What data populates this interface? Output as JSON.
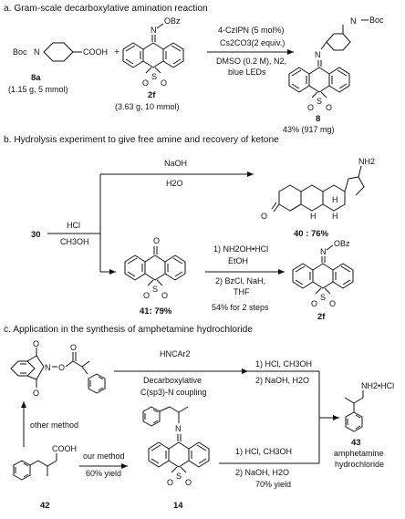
{
  "section_a": {
    "heading": "a. Gram-scale decarboxylative amination reaction",
    "reactant1": {
      "group": "Boc",
      "acid": "COOH",
      "id": "8a",
      "amount": "(1.15 g,  5 mmol)"
    },
    "plus": "+",
    "reactant2": {
      "oxime": "OBz",
      "id": "2f",
      "amount": "(3.63 g, 10 mmol)"
    },
    "conditions": [
      "4-CzIPN (5 mol%)",
      "Cs2CO3(2 equiv.)",
      "DMSO (0.2 M), N2,",
      "blue LEDs"
    ],
    "product": {
      "group": "Boc",
      "id": "8",
      "yield": "43%  (917 mg)"
    }
  },
  "section_b": {
    "heading": "b. Hydrolysis experiment to give free amine and recovery of ketone",
    "start_id": "30",
    "reagent_main": [
      "HCl",
      "CH3OH"
    ],
    "upper_reagents": [
      "NaOH",
      "H2O"
    ],
    "amine": {
      "nh2": "NH2",
      "id_yield": "40 : 76%"
    },
    "ketone": {
      "id_yield": "41: 79%"
    },
    "step_conditions": [
      "1) NH2OH•HCl",
      "EtOH",
      "2) BzCl, NaH,",
      "THF",
      "54% for 2 steps"
    ],
    "oxime_product": {
      "oxime": "OBz",
      "id": "2f"
    }
  },
  "section_c": {
    "heading": "c. Application in the synthesis of amphetamine hydrochloride",
    "top_arrow": [
      "HNCAr2",
      "Decarboxylative",
      "C(sp3)-N coupling"
    ],
    "top_hydrolysis": [
      "1) HCl, CH3OH",
      "2) NaOH, H2O"
    ],
    "other_method": "other method",
    "our_method": "our method",
    "our_yield": "60% yield",
    "acid": {
      "cooh": "COOH",
      "id": "42"
    },
    "imine_id": "14",
    "bottom_hydrolysis": [
      "1) HCl, CH3OH",
      "2) NaOH, H2O",
      "70% yield"
    ],
    "product": {
      "salt": "NH2•HCl",
      "id": "43",
      "name": [
        "amphetamine",
        "hydrochloride"
      ]
    }
  },
  "atoms": {
    "N": "N",
    "O": "O",
    "S": "S",
    "H": "H"
  }
}
